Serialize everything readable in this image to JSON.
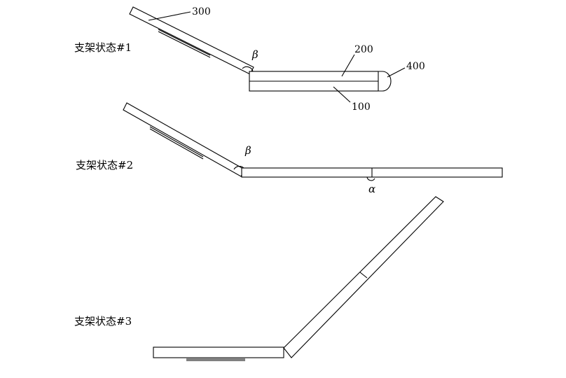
{
  "states": [
    {
      "label": "支架状态#1"
    },
    {
      "label": "支架状态#2"
    },
    {
      "label": "支架状态#3"
    }
  ],
  "parts": {
    "p300": "300",
    "p200": "200",
    "p400": "400",
    "p100": "100"
  },
  "angles": {
    "beta": "β",
    "alpha": "α"
  },
  "colors": {
    "stroke": "#000000",
    "background": "#ffffff"
  }
}
